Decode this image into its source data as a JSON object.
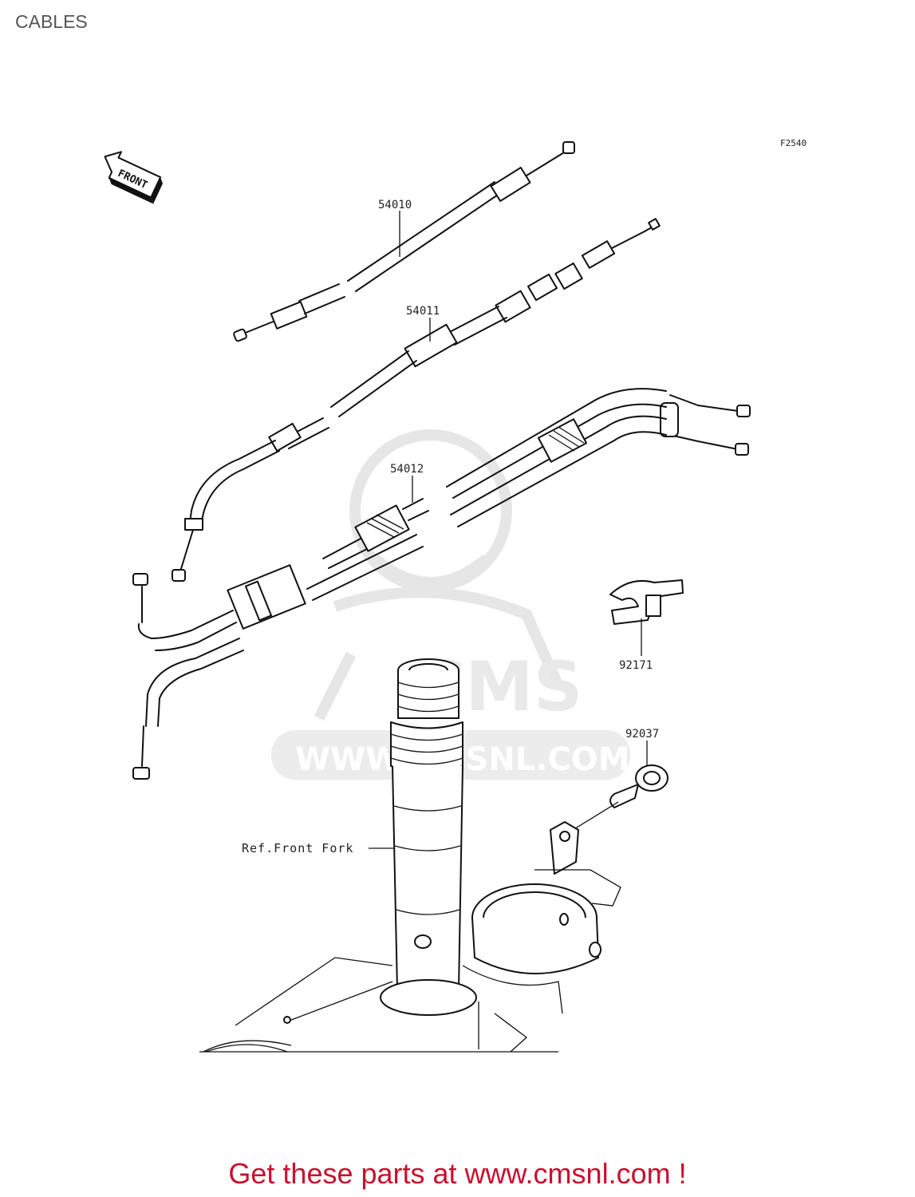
{
  "header": {
    "title": "CABLES"
  },
  "diagram": {
    "code": "F2540",
    "direction_badge": "FRONT",
    "watermark": {
      "brand": "CMS",
      "url": "WWW.CMSNL.COM"
    },
    "parts": [
      {
        "number": "54010"
      },
      {
        "number": "54011"
      },
      {
        "number": "54012"
      },
      {
        "number": "92171"
      },
      {
        "number": "92037"
      }
    ],
    "reference": "Ref.Front Fork"
  },
  "footer": {
    "cta": "Get these parts at www.cmsnl.com !"
  }
}
